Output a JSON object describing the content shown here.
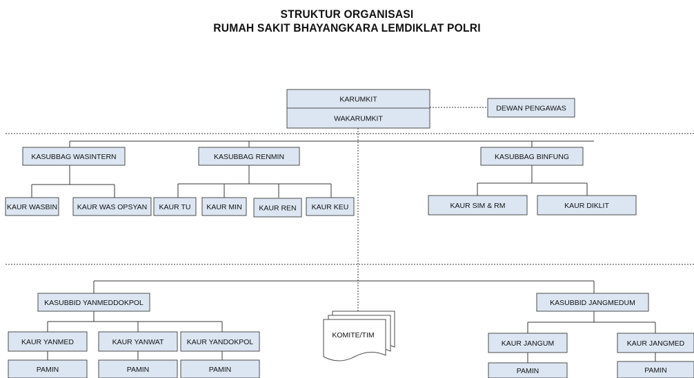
{
  "title": {
    "line1": "STRUKTUR ORGANISASI",
    "line2": "RUMAH SAKIT BHAYANGKARA LEMDIKLAT POLRI"
  },
  "colors": {
    "box_fill": "#dce6f2",
    "box_border": "#4a4a4a",
    "line": "#333333"
  },
  "nodes": {
    "karumkit": "KARUMKIT",
    "wakarumkit": "WAKARUMKIT",
    "dewan_pengawas": "DEWAN PENGAWAS",
    "kasubbag_wasintern": "KASUBBAG WASINTERN",
    "kasubbag_renmin": "KASUBBAG RENMIN",
    "kasubbag_binfung": "KASUBBAG BINFUNG",
    "kaur_wasbin": "KAUR WASBIN",
    "kaur_was_opsyan": "KAUR WAS OPSYAN",
    "kaur_tu": "KAUR TU",
    "kaur_min": "KAUR MIN",
    "kaur_ren": "KAUR REN",
    "kaur_keu": "KAUR KEU",
    "kaur_sim_rm": "KAUR SIM & RM",
    "kaur_diklit": "KAUR DIKLIT",
    "kasubbid_yanmeddokpol": "KASUBBID YANMEDDOKPOL",
    "kasubbid_jangmedum": "KASUBBID JANGMEDUM",
    "kaur_yanmed": "KAUR YANMED",
    "kaur_yanwat": "KAUR YANWAT",
    "kaur_yandokpol": "KAUR YANDOKPOL",
    "kaur_jangum": "KAUR JANGUM",
    "kaur_jangmed": "KAUR JANGMED",
    "komite_tim": "KOMITE/TIM",
    "pamin": "PAMIN"
  }
}
